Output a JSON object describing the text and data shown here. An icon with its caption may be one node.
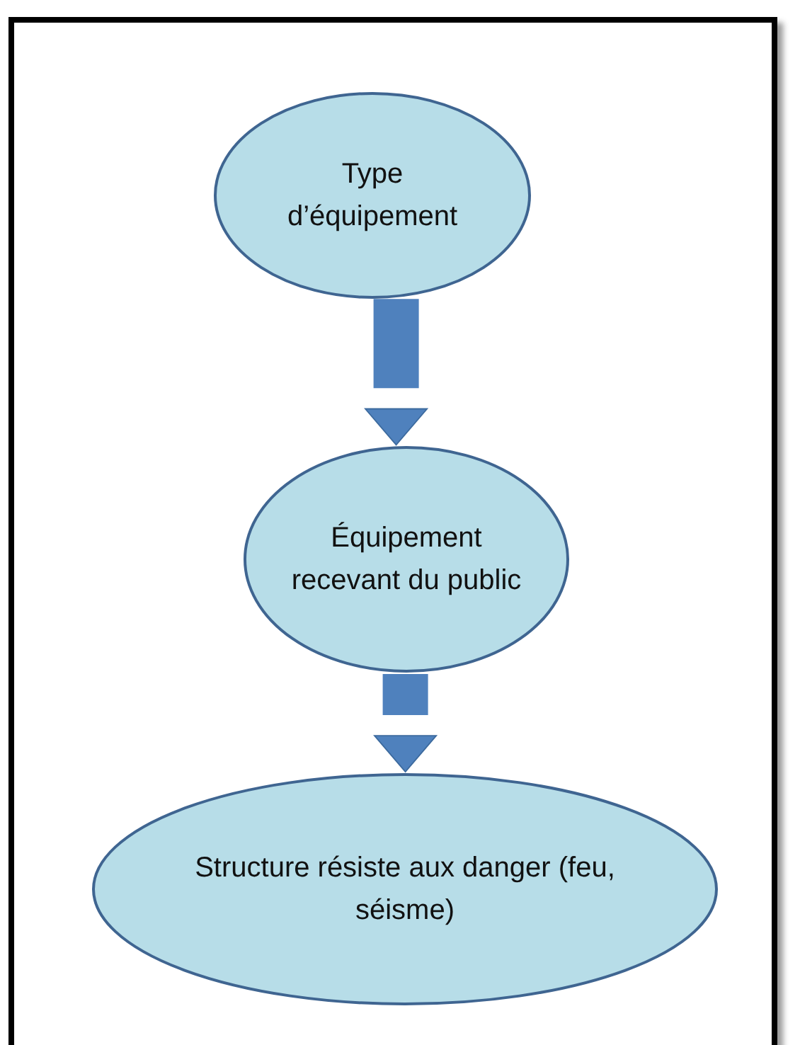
{
  "diagram": {
    "nodes": [
      {
        "text": [
          "Type d’équipement"
        ]
      },
      {
        "text": [
          "Équipement recevant du public"
        ]
      },
      {
        "text": [
          "Structure résiste aux danger (feu, séisme)"
        ]
      }
    ],
    "edges": [
      {
        "from": 0,
        "to": 1,
        "arrow": "to"
      },
      {
        "from": 1,
        "to": 2,
        "arrow": "to"
      }
    ]
  }
}
